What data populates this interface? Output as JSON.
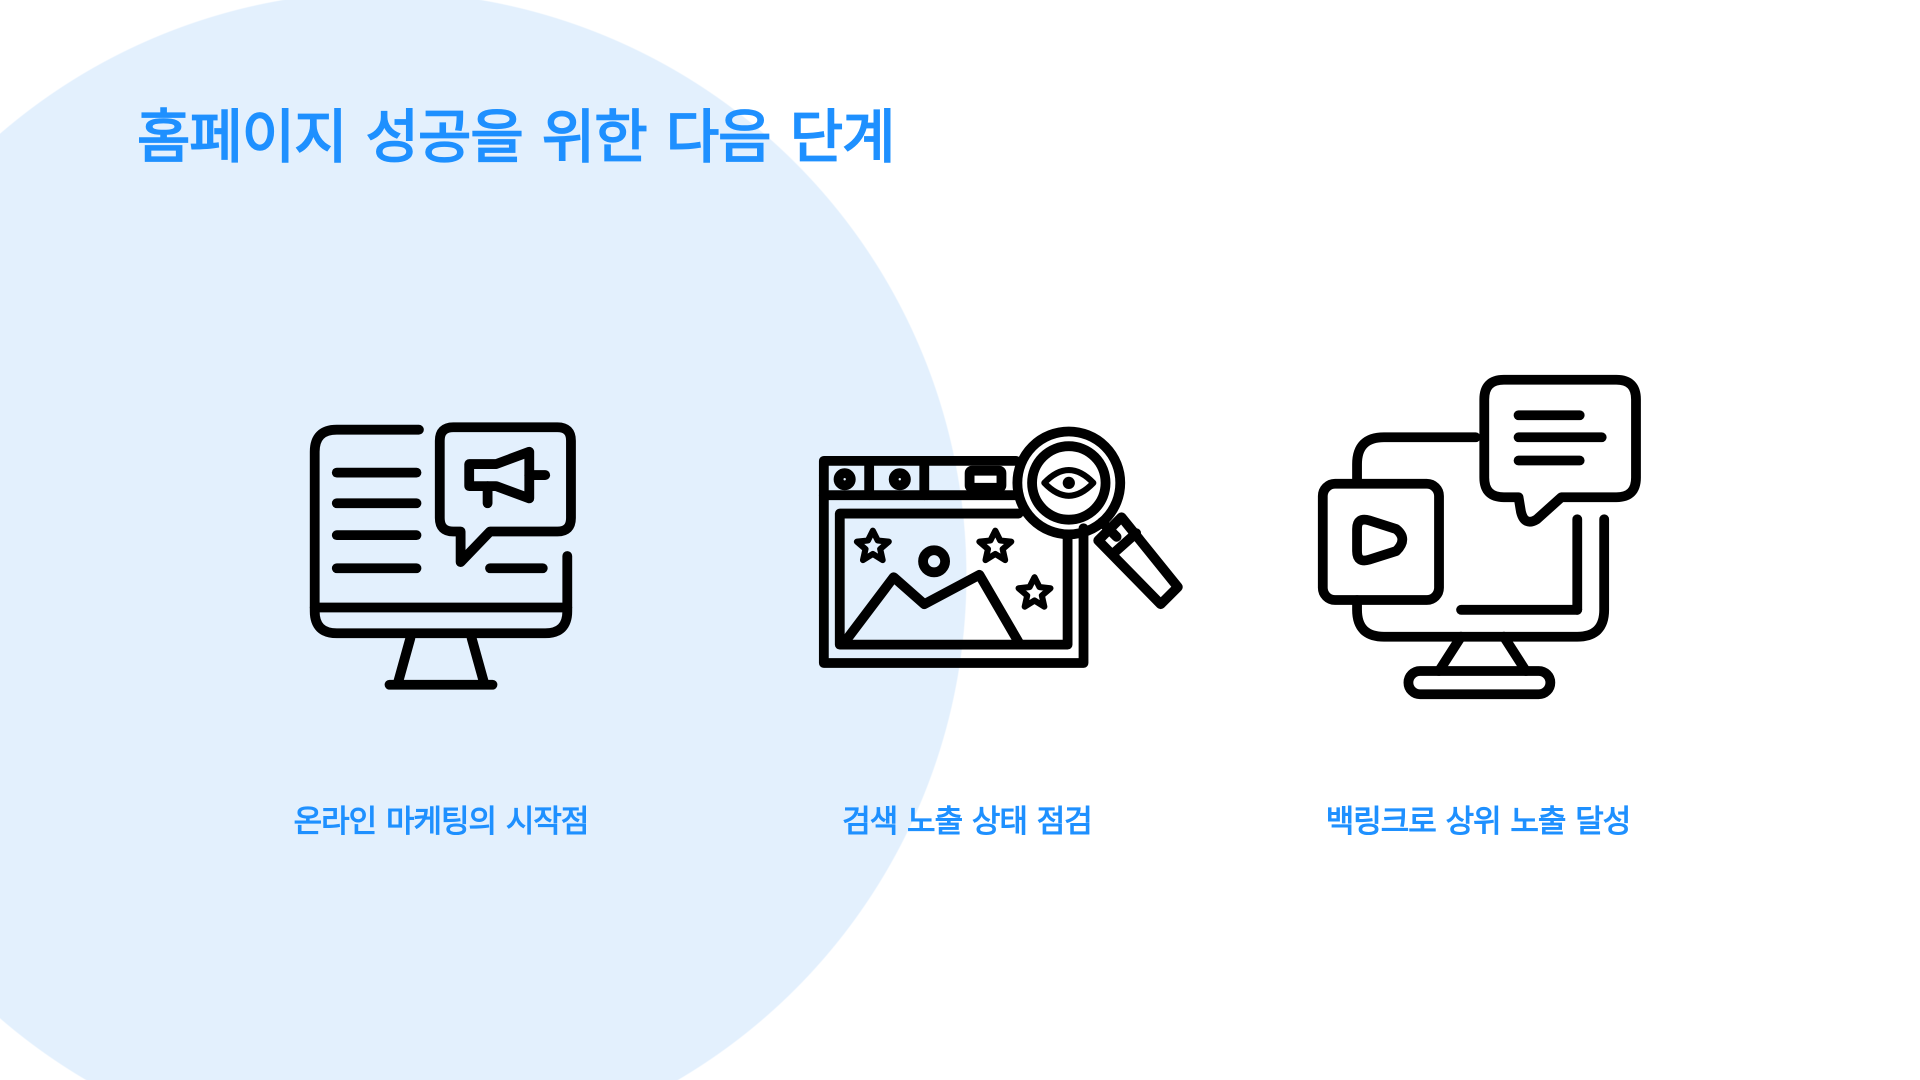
{
  "title": "홈페이지 성공을 위한 다음 단계",
  "colors": {
    "accent": "#1E90FF",
    "background_circle": "#E3F0FD"
  },
  "steps": [
    {
      "icon": "monitor-megaphone-icon",
      "label": "온라인 마케팅의 시작점"
    },
    {
      "icon": "browser-magnifier-icon",
      "label": "검색 노출 상태 점검"
    },
    {
      "icon": "devices-chat-icon",
      "label": "백링크로 상위 노출 달성"
    }
  ]
}
